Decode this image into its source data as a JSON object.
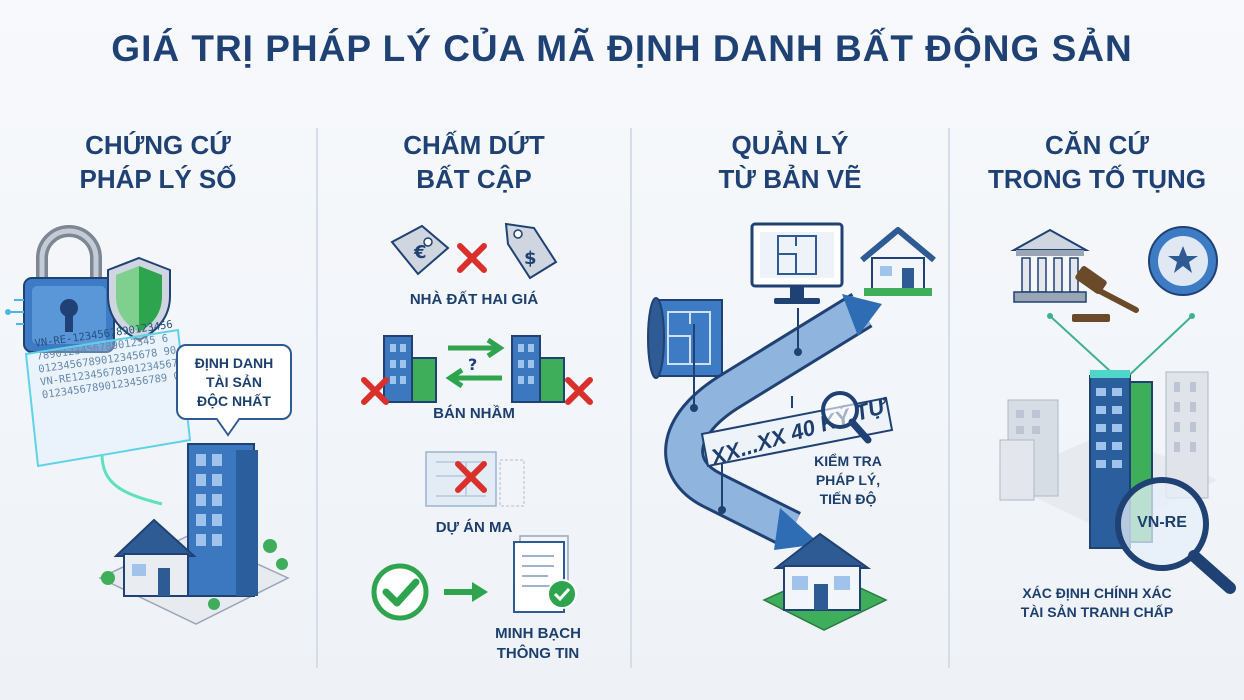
{
  "title": "GIÁ TRỊ PHÁP LÝ CỦA MÃ ĐỊNH DANH BẤT ĐỘNG SẢN",
  "columns": [
    {
      "title_lines": [
        "CHỨNG CỨ",
        "PHÁP LÝ SỐ"
      ],
      "bubble_lines": [
        "ĐỊNH DANH",
        "TÀI SẢN",
        "ĐỘC NHẤT"
      ],
      "code_lines": [
        "VN-RE-1234567890123456",
        "7890123456789012345 6",
        "0123456789012345678 90",
        "VN-RE12345678901234567",
        "01234567890123456789 0"
      ]
    },
    {
      "title_lines": [
        "CHẤM DỨT",
        "BẤT CẬP"
      ],
      "items": [
        {
          "label_lines": [
            "NHÀ ĐẤT HAI GIÁ"
          ]
        },
        {
          "label_lines": [
            "BÁN NHẦM"
          ]
        },
        {
          "label_lines": [
            "DỰ ÁN MA"
          ]
        },
        {
          "label_lines": [
            "MINH BẠCH",
            "THÔNG TIN"
          ]
        }
      ],
      "tag_symbols": {
        "left": "€",
        "right": "$",
        "question": "?"
      }
    },
    {
      "title_lines": [
        "QUẢN LÝ",
        "TỪ BẢN VẼ"
      ],
      "id_text": "XX...XX 40 KÝ TỰ",
      "check_lines": [
        "KIỂM TRA",
        "PHÁP LÝ,",
        "TIẾN ĐỘ"
      ]
    },
    {
      "title_lines": [
        "CĂN CỨ",
        "TRONG TỐ TỤNG"
      ],
      "magnifier_text": "VN-RE",
      "caption_lines": [
        "XÁC ĐỊNH CHÍNH XÁC",
        "TÀI SẢN TRANH CHẤP"
      ]
    }
  ],
  "colors": {
    "navy": "#1f4174",
    "blue": "#2e6db3",
    "lightblue": "#8fb4dd",
    "green": "#2ea44f",
    "red": "#d9302c",
    "glow": "#4fd6c8"
  }
}
